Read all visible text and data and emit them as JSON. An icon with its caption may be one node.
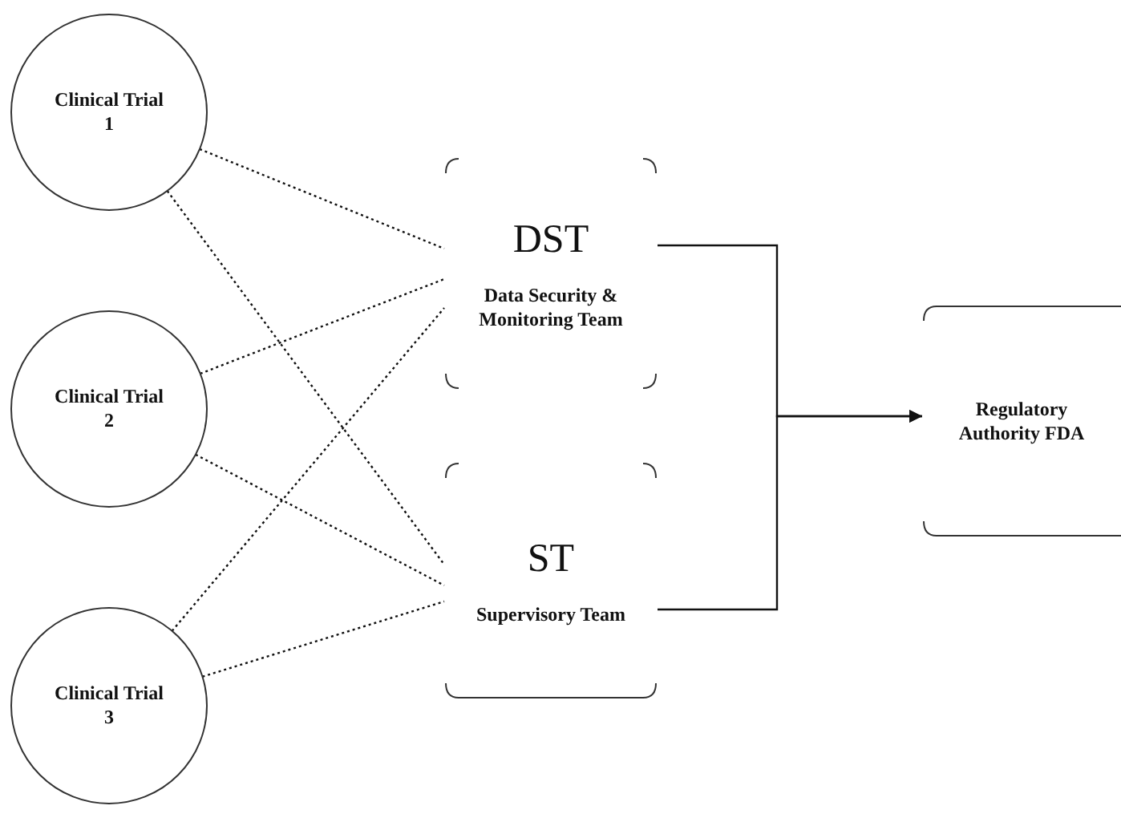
{
  "diagram": {
    "nodes": [
      {
        "text": [
          "Clinical Trial 1"
        ]
      },
      {
        "text": [
          "Clinical Trial 2"
        ]
      },
      {
        "text": [
          "Clinical Trial 3"
        ]
      },
      {
        "text": [
          "DST",
          "Data Security & Monitoring Team"
        ]
      },
      {
        "text": [
          "ST",
          "Supervisory Team"
        ]
      },
      {
        "text": [
          "Regulatory Authority FDA"
        ]
      }
    ],
    "edges": [
      {
        "from": 0,
        "to": 3,
        "arrow": "none",
        "style": "dashed"
      },
      {
        "from": 0,
        "to": 4,
        "arrow": "none",
        "style": "dashed"
      },
      {
        "from": 1,
        "to": 3,
        "arrow": "none",
        "style": "dashed"
      },
      {
        "from": 1,
        "to": 4,
        "arrow": "none",
        "style": "dashed"
      },
      {
        "from": 2,
        "to": 3,
        "arrow": "none",
        "style": "dashed"
      },
      {
        "from": 2,
        "to": 4,
        "arrow": "none",
        "style": "dashed"
      },
      {
        "from": 3,
        "to": 5,
        "arrow": "to"
      },
      {
        "from": 4,
        "to": 5,
        "arrow": "to"
      }
    ]
  }
}
